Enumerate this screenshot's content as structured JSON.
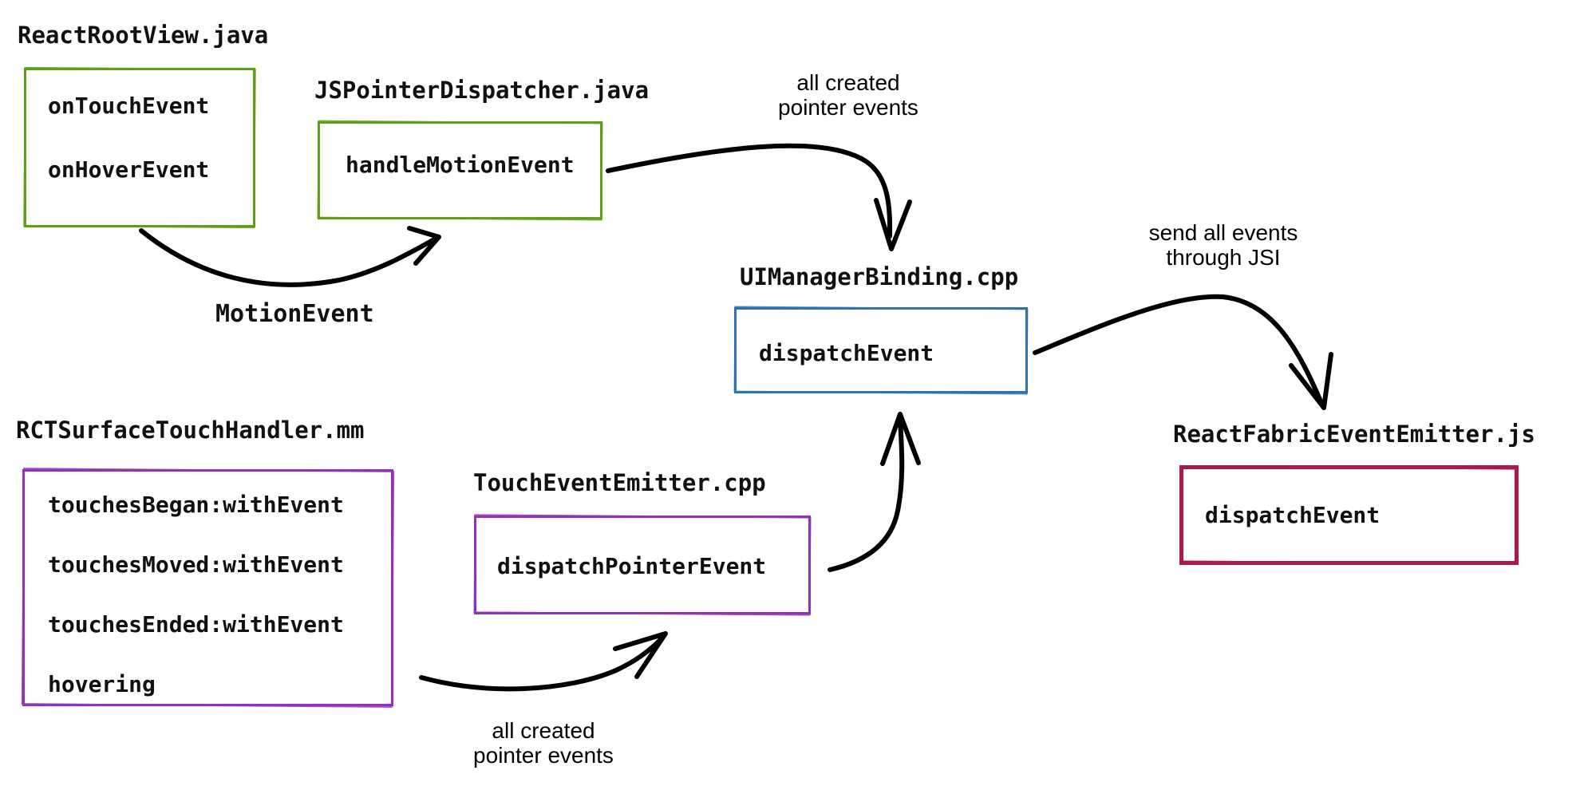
{
  "diagram": {
    "title_hint": "React Native pointer-event flow",
    "colors": {
      "android_green": "#5f9e18",
      "cpp_blue": "#2e72b4",
      "ios_purple": "#9232b8",
      "js_crimson": "#ab1a4d",
      "arrow_black": "#000000"
    },
    "nodes": [
      {
        "id": "react-root-view",
        "title": "ReactRootView.java",
        "items": [
          "onTouchEvent",
          "onHoverEvent"
        ],
        "border_color": "#5f9e18"
      },
      {
        "id": "js-pointer-dispatcher",
        "title": "JSPointerDispatcher.java",
        "items": [
          "handleMotionEvent"
        ],
        "border_color": "#5f9e18"
      },
      {
        "id": "ui-manager-binding",
        "title": "UIManagerBinding.cpp",
        "items": [
          "dispatchEvent"
        ],
        "border_color": "#2e72b4"
      },
      {
        "id": "rct-surface-touch-handler",
        "title": "RCTSurfaceTouchHandler.mm",
        "items": [
          "touchesBegan:withEvent",
          "touchesMoved:withEvent",
          "touchesEnded:withEvent",
          "hovering"
        ],
        "border_color": "#9232b8"
      },
      {
        "id": "touch-event-emitter",
        "title": "TouchEventEmitter.cpp",
        "items": [
          "dispatchPointerEvent"
        ],
        "border_color": "#9232b8"
      },
      {
        "id": "react-fabric-event-emitter",
        "title": "ReactFabricEventEmitter.js",
        "items": [
          "dispatchEvent"
        ],
        "border_color": "#ab1a4d"
      }
    ],
    "edge_labels": [
      {
        "id": "motion-event",
        "text": "MotionEvent"
      },
      {
        "id": "all-created-pointer-events-top",
        "line1": "all created",
        "line2": "pointer events"
      },
      {
        "id": "send-all-events-through-jsi",
        "line1": "send all events",
        "line2": "through JSI"
      },
      {
        "id": "all-created-pointer-events-bottom",
        "line1": "all created",
        "line2": "pointer events"
      }
    ],
    "edges": [
      {
        "from": "react-root-view",
        "to": "js-pointer-dispatcher",
        "label": "MotionEvent"
      },
      {
        "from": "js-pointer-dispatcher",
        "to": "ui-manager-binding",
        "label": "all created pointer events"
      },
      {
        "from": "ui-manager-binding",
        "to": "react-fabric-event-emitter",
        "label": "send all events through JSI"
      },
      {
        "from": "rct-surface-touch-handler",
        "to": "touch-event-emitter",
        "label": "all created pointer events"
      },
      {
        "from": "touch-event-emitter",
        "to": "ui-manager-binding",
        "label": ""
      }
    ]
  }
}
